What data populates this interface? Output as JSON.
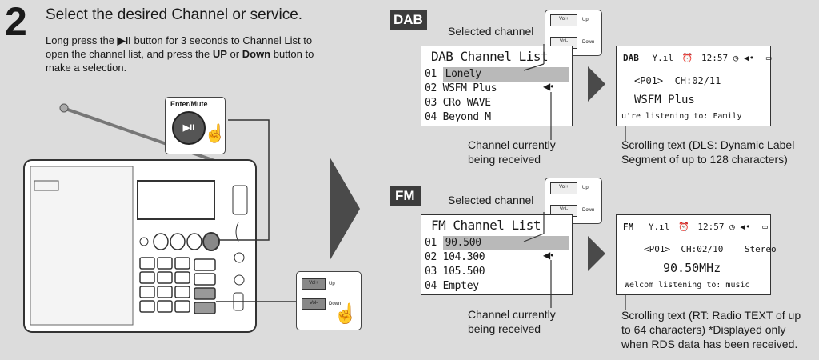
{
  "step": {
    "number": "2",
    "title": "Select the desired Channel or service.",
    "desc_part1": "Long press the ",
    "desc_button_glyph": "▶II",
    "desc_part2": " button for 3 seconds to Channel List to open the channel list, and press the ",
    "desc_up": "UP",
    "desc_part3": " or ",
    "desc_down": "Down",
    "desc_part4": " button to make a selection."
  },
  "radio": {
    "enter_mute_label": "Enter/Mute",
    "play_pause_glyph": "▶II",
    "vol_up_label": "Vol+",
    "vol_down_label": "Vol-",
    "up_label": "Up",
    "down_label": "Down"
  },
  "dab": {
    "tag": "DAB",
    "selected_caption": "Selected channel",
    "list_title": "DAB Channel List",
    "channels": [
      {
        "num": "01",
        "name": "Lonely"
      },
      {
        "num": "02",
        "name": "WSFM Plus"
      },
      {
        "num": "03",
        "name": "CRo WAVE"
      },
      {
        "num": "04",
        "name": "Beyond M"
      }
    ],
    "receiving_caption_1": "Channel currently",
    "receiving_caption_2": "being received",
    "status": {
      "mode": "DAB",
      "signal": "Y.ıl",
      "time": "12:57",
      "preset": "<P01>",
      "channel": "CH:02/11",
      "station": "WSFM Plus",
      "scroll": "u're listening to: Family"
    },
    "scroll_caption_1": "Scrolling text (DLS: Dynamic Label",
    "scroll_caption_2": "Segment of up to 128 characters)"
  },
  "fm": {
    "tag": "FM",
    "selected_caption": "Selected channel",
    "list_title": "FM Channel List",
    "channels": [
      {
        "num": "01",
        "name": "90.500"
      },
      {
        "num": "02",
        "name": "104.300"
      },
      {
        "num": "03",
        "name": "105.500"
      },
      {
        "num": "04",
        "name": "Emptey"
      }
    ],
    "receiving_caption_1": "Channel currently",
    "receiving_caption_2": "being received",
    "status": {
      "mode": "FM",
      "signal": "Y.ıl",
      "time": "12:57",
      "preset": "<P01>",
      "channel": "CH:02/10",
      "stereo": "Stereo",
      "freq": "90.50MHz",
      "scroll": "Welcom  listening to: music"
    },
    "scroll_caption_1": "Scrolling text (RT: Radio TEXT of up",
    "scroll_caption_2": "to 64 characters) *Displayed only",
    "scroll_caption_3": "when RDS data has been received."
  },
  "colors": {
    "background": "#dcdcdc",
    "tag_bg": "#3c3c3c",
    "arrow": "#4a4a4a",
    "highlight": "#b9b9b9"
  }
}
